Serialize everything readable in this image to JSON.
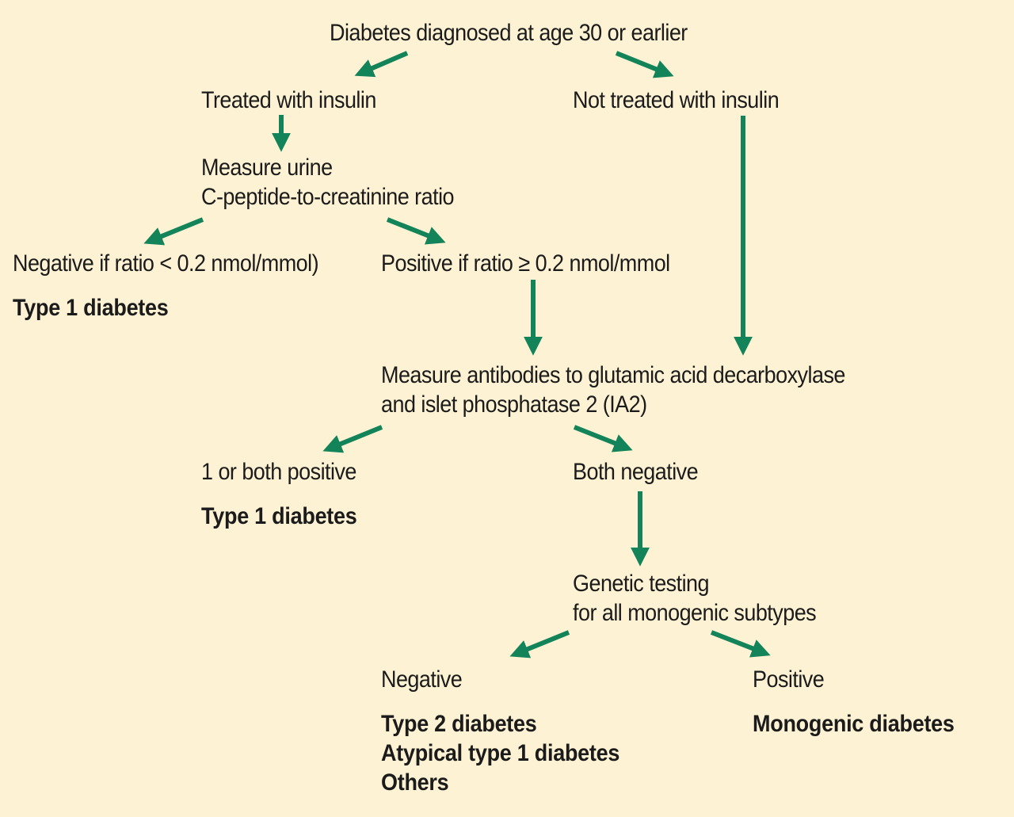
{
  "diagram": {
    "root": "Diabetes diagnosed at age 30 or earlier",
    "insulin_branch": "Treated with insulin",
    "no_insulin_branch": "Not treated with insulin",
    "measure_cpeptide_line1": "Measure urine",
    "measure_cpeptide_line2": "C-peptide-to-creatinine ratio",
    "negative_ratio": "Negative if ratio < 0.2 nmol/mmol)",
    "negative_ratio_result": "Type 1 diabetes",
    "positive_ratio": "Positive if ratio ≥ 0.2 nmol/mmol",
    "measure_antibodies_line1": "Measure antibodies to glutamic acid decarboxylase",
    "measure_antibodies_line2": "and islet phosphatase 2 (IA2)",
    "antibodies_positive": "1 or both positive",
    "antibodies_positive_result": "Type 1 diabetes",
    "antibodies_negative": "Both negative",
    "genetic_line1": "Genetic testing",
    "genetic_line2": "for all monogenic subtypes",
    "genetic_negative": "Negative",
    "genetic_negative_results": [
      "Type 2 diabetes",
      "Atypical type 1 diabetes",
      "Others"
    ],
    "genetic_positive": "Positive",
    "genetic_positive_result": "Monogenic diabetes"
  },
  "colors": {
    "background": "#fdf2d3",
    "arrow": "#13845a",
    "text": "#1b1b1b"
  }
}
